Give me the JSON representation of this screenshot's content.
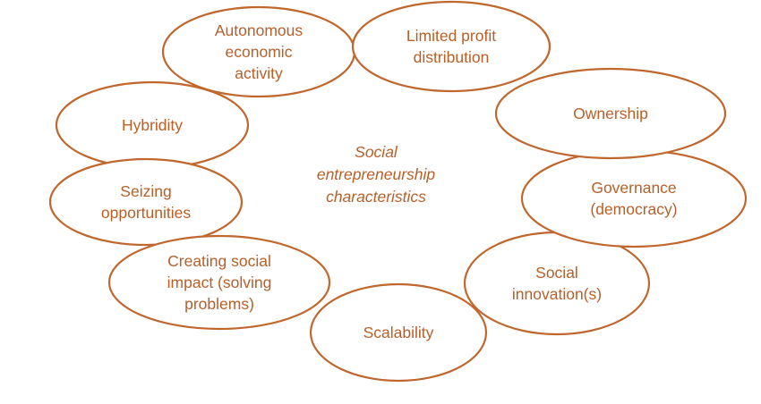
{
  "center": {
    "lines": [
      "Social",
      "entrepreneurship",
      "characteristics"
    ]
  },
  "nodes": [
    {
      "id": "autonomous-economic-activity",
      "lines": [
        "Autonomous",
        "economic",
        "activity"
      ]
    },
    {
      "id": "limited-profit-distribution",
      "lines": [
        "Limited profit",
        "distribution"
      ]
    },
    {
      "id": "ownership",
      "lines": [
        "Ownership"
      ]
    },
    {
      "id": "governance",
      "lines": [
        "Governance",
        "(democracy)"
      ]
    },
    {
      "id": "social-innovations",
      "lines": [
        "Social",
        "innovation(s)"
      ]
    },
    {
      "id": "scalability",
      "lines": [
        "Scalability"
      ]
    },
    {
      "id": "creating-social-impact",
      "lines": [
        "Creating social",
        "impact (solving",
        "problems)"
      ]
    },
    {
      "id": "seizing-opportunities",
      "lines": [
        "Seizing",
        "opportunities"
      ]
    },
    {
      "id": "hybridity",
      "lines": [
        "Hybridity"
      ]
    }
  ],
  "colors": {
    "stroke": "#c0672e",
    "text": "#b85f28"
  }
}
